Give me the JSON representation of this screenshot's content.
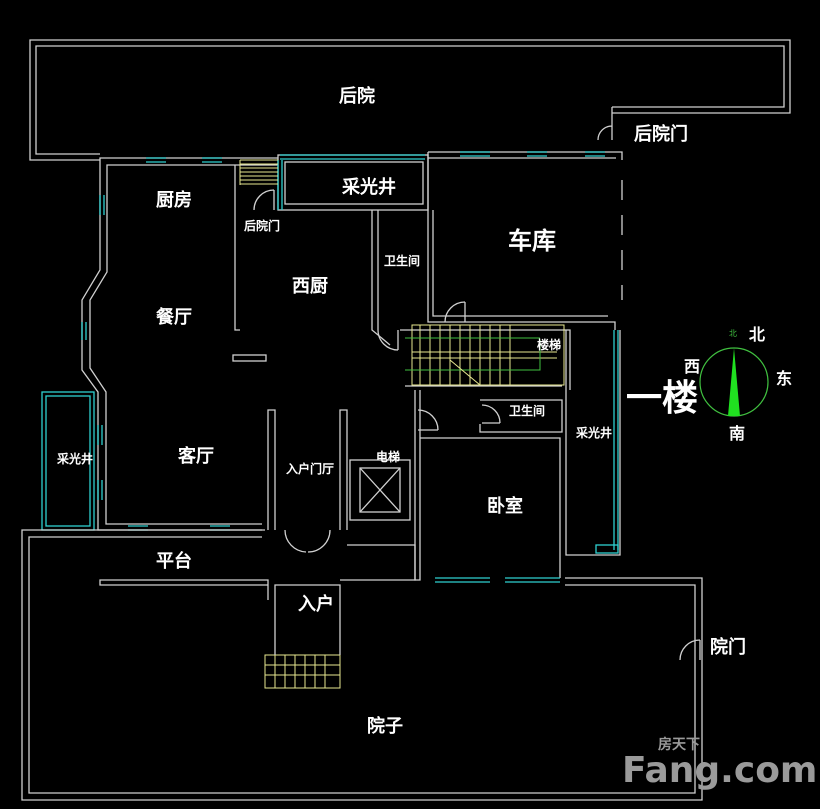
{
  "title": "一楼",
  "rooms": {
    "back_yard": "后院",
    "back_yard_door": "后院门",
    "kitchen": "厨房",
    "light_well_top": "采光井",
    "garage": "车库",
    "back_door_small": "后院门",
    "bathroom_1": "卫生间",
    "western_kitchen": "西厨",
    "dining": "餐厅",
    "stairs": "楼梯",
    "bathroom_2": "卫生间",
    "light_well_right": "采光井",
    "light_well_left": "采光井",
    "living": "客厅",
    "entry_hall": "入户门厅",
    "elevator": "电梯",
    "bedroom": "卧室",
    "platform": "平台",
    "entry": "入户",
    "yard_gate": "院门",
    "yard": "院子"
  },
  "compass": {
    "north": "北",
    "south": "南",
    "east": "东",
    "west": "西",
    "north_small": "北"
  },
  "watermark": {
    "cn": "房天下",
    "brand": "Fang.com"
  }
}
